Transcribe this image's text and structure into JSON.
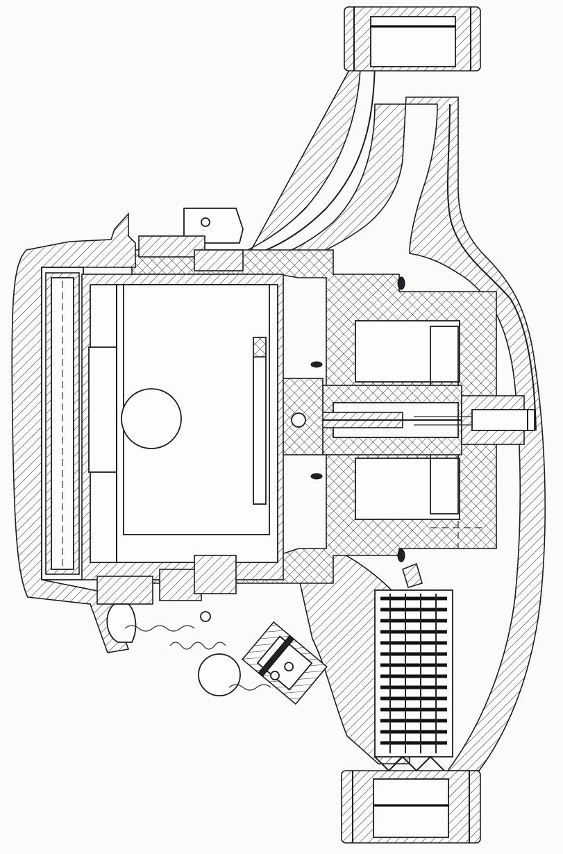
{
  "figure": {
    "kind": "technical cross-section drawing",
    "subject": "circulator pump",
    "colors": {
      "line": "#1b1b1b",
      "paper": "#fbfbfa"
    },
    "parts": [
      "pump-housing",
      "outlet-port",
      "inlet-port",
      "terminal-box",
      "control-module",
      "capacitor",
      "stator",
      "rotor-can",
      "rotor-shaft",
      "bearing",
      "vent-screw",
      "strainer",
      "cable-gland",
      "mounting-lug"
    ]
  }
}
